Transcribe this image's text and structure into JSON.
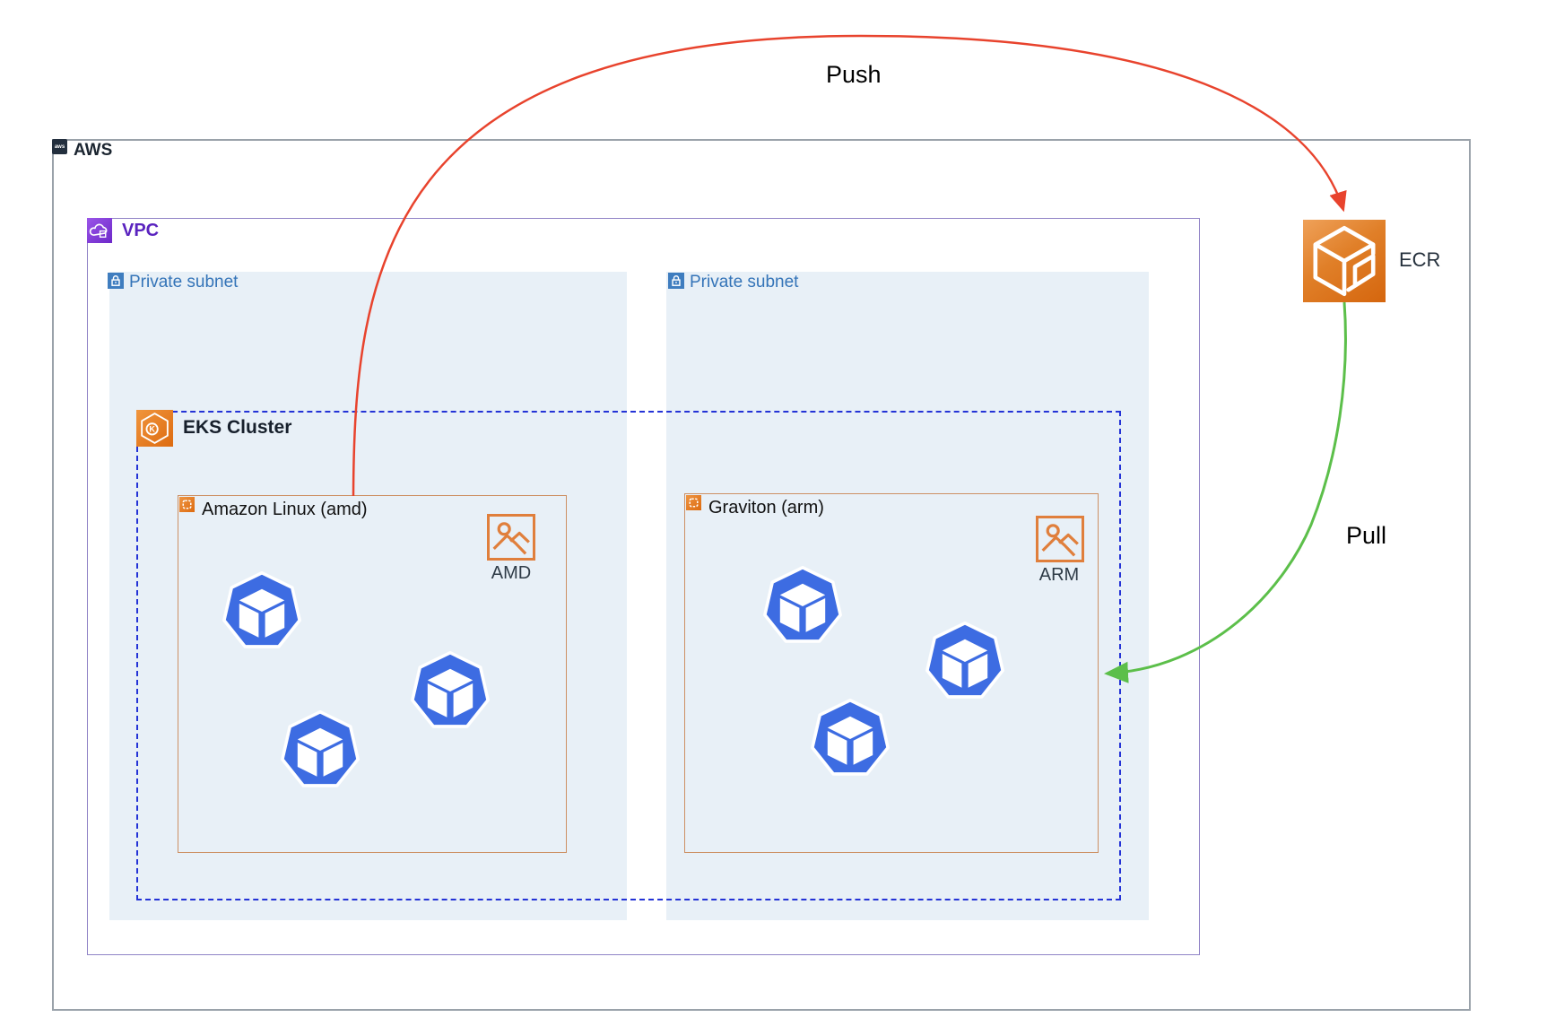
{
  "colors": {
    "aws_border": "#9aa2aa",
    "aws_label": "#1b2530",
    "vpc_border": "#9083c6",
    "vpc_accent": "#6d28c9",
    "subnet_fill": "#e8f0f7",
    "subnet_accent": "#3474b8",
    "eks_dashed_border": "#2433d6",
    "eks_icon_orange": "#dd6b10",
    "nodegroup_border": "#cd9064",
    "ami_icon_orange": "#e07f3c",
    "pod_blue": "#3d6ce2",
    "ecr_orange": "#d5660e",
    "push_red": "#e8432d",
    "pull_green": "#5cbf4a"
  },
  "diagram": {
    "aws_group": {
      "label": "AWS",
      "logo_text": "aws"
    },
    "vpc_group": {
      "label": "VPC"
    },
    "subnet_left": {
      "label": "Private subnet"
    },
    "subnet_right": {
      "label": "Private subnet"
    },
    "eks_cluster": {
      "label": "EKS Cluster"
    },
    "nodegroup_left": {
      "label": "Amazon Linux (amd)",
      "image": {
        "label": "AMD"
      },
      "pod_count": 3
    },
    "nodegroup_right": {
      "label": "Graviton (arm)",
      "image": {
        "label": "ARM"
      },
      "pod_count": 3
    },
    "ecr": {
      "label": "ECR"
    },
    "edges": {
      "push": {
        "label": "Push",
        "from": "Amazon Linux (amd) node group",
        "to": "ECR",
        "color": "#e8432d"
      },
      "pull": {
        "label": "Pull",
        "from": "ECR",
        "to": "Graviton (arm) node group",
        "color": "#5cbf4a"
      }
    }
  },
  "icons": {
    "aws_logo": "aws-smile-logo",
    "vpc": "vpc-cloud-icon",
    "private_subnet": "lock-icon",
    "eks": "eks-hexagon-k-icon",
    "instance": "ec2-instance-icon",
    "ami": "machine-image-icon",
    "ecr": "ecr-container-registry-icon",
    "pod": "kubernetes-pod-icon"
  }
}
